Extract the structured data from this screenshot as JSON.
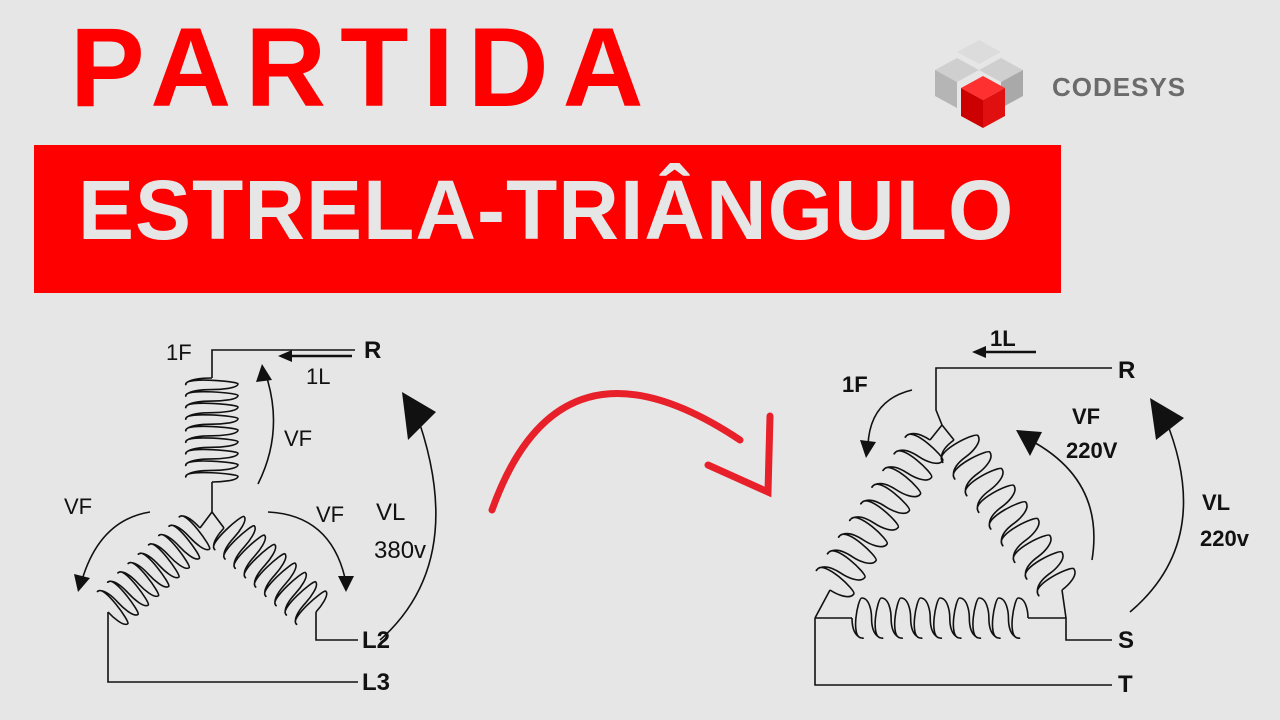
{
  "header": {
    "title_line1": "PARTIDA",
    "title_line2": "ESTRELA-TRIÂNGULO"
  },
  "brand": {
    "name": "CODESYS",
    "logo_icon": "codesys-cube-icon"
  },
  "colors": {
    "accent": "#ff0000",
    "background": "#e6e6e6",
    "ink": "#111111",
    "brand_gray": "#6b6b6b"
  },
  "star_diagram": {
    "labels": {
      "coil_top": "1F",
      "line_r": "R",
      "current_label": "1L",
      "vf_top": "VF",
      "vf_left": "VF",
      "vf_right": "VF",
      "vl": "VL",
      "vl_value": "380v",
      "line_l2": "L2",
      "line_l3": "L3"
    }
  },
  "delta_diagram": {
    "labels": {
      "current_label": "1L",
      "line_r": "R",
      "coil_top": "1F",
      "vf": "VF",
      "vf_value": "220V",
      "vl": "VL",
      "vl_value": "220v",
      "line_s": "S",
      "line_t": "T"
    }
  },
  "transition_arrow": {
    "icon": "curved-arrow-right-icon"
  }
}
